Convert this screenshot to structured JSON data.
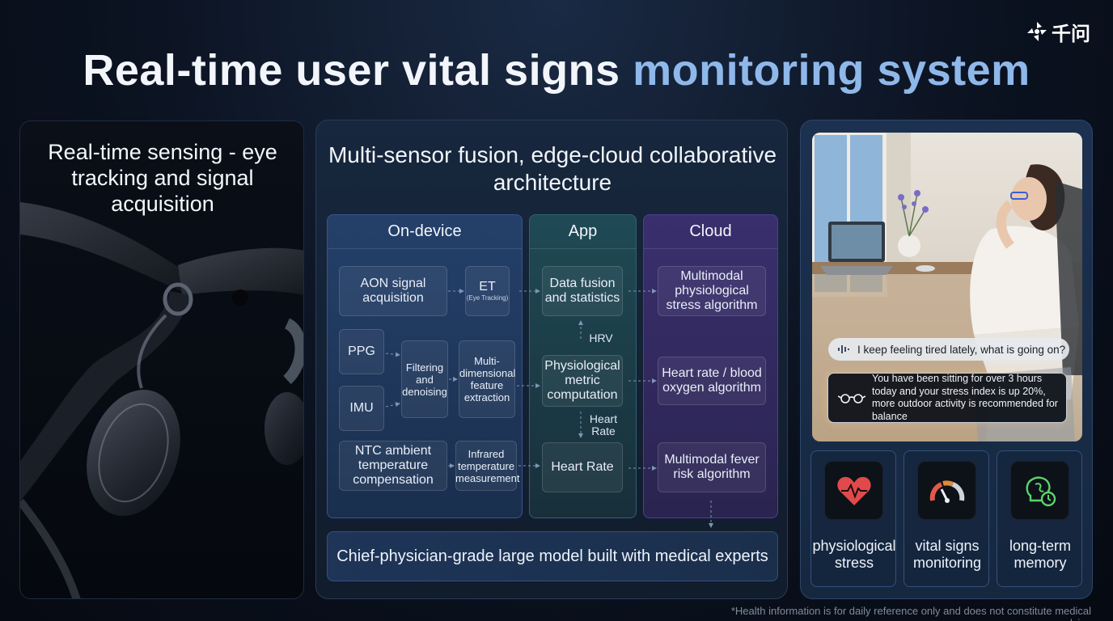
{
  "brand": {
    "logo_text": "千问",
    "logo_icon": "qwen-logo-icon"
  },
  "title": {
    "part1": "Real-time user vital signs monitoring system",
    "part1_plain": "Real-time user vital signs ",
    "part2": "monitoring system"
  },
  "left": {
    "title": "Real-time sensing - eye tracking and signal acquisition"
  },
  "center": {
    "title": "Multi-sensor fusion, edge-cloud collaborative architecture",
    "columns": {
      "ondevice": "On-device",
      "app": "App",
      "cloud": "Cloud"
    },
    "boxes": {
      "aon": "AON signal acquisition",
      "et": "ET",
      "et_sub": "(Eye Tracking)",
      "ppg": "PPG",
      "imu": "IMU",
      "filter": "Filtering and denoising",
      "multidim": "Multi-dimensional feature extraction",
      "ntc": "NTC ambient temperature compensation",
      "infrared": "Infrared temperature measurement",
      "fusion": "Data fusion and statistics",
      "phys_metric": "Physiological metric computation",
      "heart_rate_box": "Heart Rate",
      "cloud_stress": "Multimodal physiological stress algorithm",
      "cloud_hr": "Heart rate / blood oxygen algorithm",
      "cloud_fever": "Multimodal fever risk algorithm"
    },
    "labels": {
      "hrv": "HRV",
      "heart_rate": "Heart Rate"
    },
    "bottom_bar": "Chief-physician-grade large model built with medical experts"
  },
  "right": {
    "user_message": "I keep feeling tired lately, what is going on?",
    "ai_message": "You have been sitting for over 3 hours today and your stress index is up 20%, more outdoor activity is recommended for balance",
    "features": [
      {
        "label": "physiological stress",
        "icon": "heart-pulse-icon"
      },
      {
        "label": "vital signs monitoring",
        "icon": "gauge-icon"
      },
      {
        "label": "long-term memory",
        "icon": "brain-clock-icon"
      }
    ]
  },
  "disclaimer": "*Health information is for daily reference only and does not constitute medical advice",
  "colors": {
    "accent_blue": "#8fb8ea",
    "ondevice": "#24406a",
    "app": "#1f4a55",
    "cloud": "#3a2f6e"
  }
}
